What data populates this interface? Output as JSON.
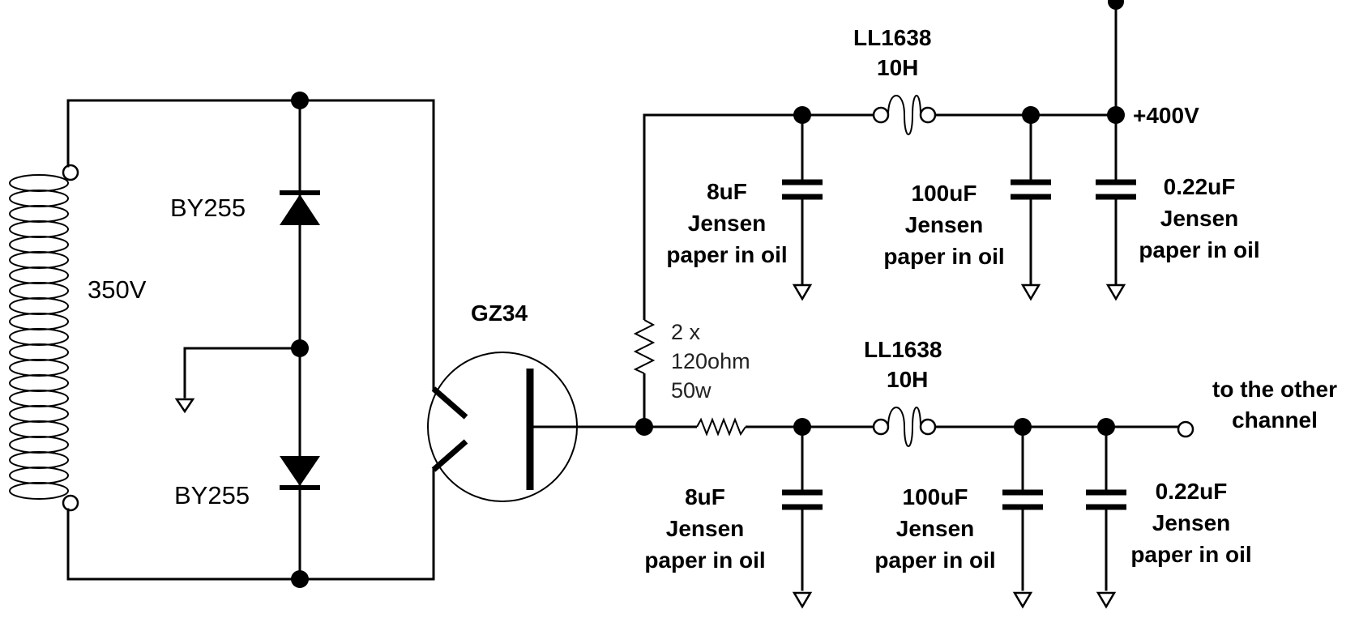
{
  "transformer": {
    "voltage": "350V"
  },
  "diode_top": {
    "label": "BY255"
  },
  "diode_bottom": {
    "label": "BY255"
  },
  "rectifier_tube": {
    "label": "GZ34"
  },
  "resistor": {
    "lines": [
      "2 x",
      "120ohm",
      "50w"
    ]
  },
  "choke_top": {
    "lines": [
      "LL1638",
      "10H"
    ]
  },
  "choke_bottom": {
    "lines": [
      "LL1638",
      "10H"
    ]
  },
  "output": {
    "voltage": "+400V",
    "other_channel": [
      "to the other",
      "channel"
    ]
  },
  "caps_top": [
    {
      "lines": [
        "8uF",
        "Jensen",
        "paper in oil"
      ]
    },
    {
      "lines": [
        "100uF",
        "Jensen",
        "paper in oil"
      ]
    },
    {
      "lines": [
        "0.22uF",
        "Jensen",
        "paper in oil"
      ]
    }
  ],
  "caps_bottom": [
    {
      "lines": [
        "8uF",
        "Jensen",
        "paper in oil"
      ]
    },
    {
      "lines": [
        "100uF",
        "Jensen",
        "paper in oil"
      ]
    },
    {
      "lines": [
        "0.22uF",
        "Jensen",
        "paper in oil"
      ]
    }
  ]
}
